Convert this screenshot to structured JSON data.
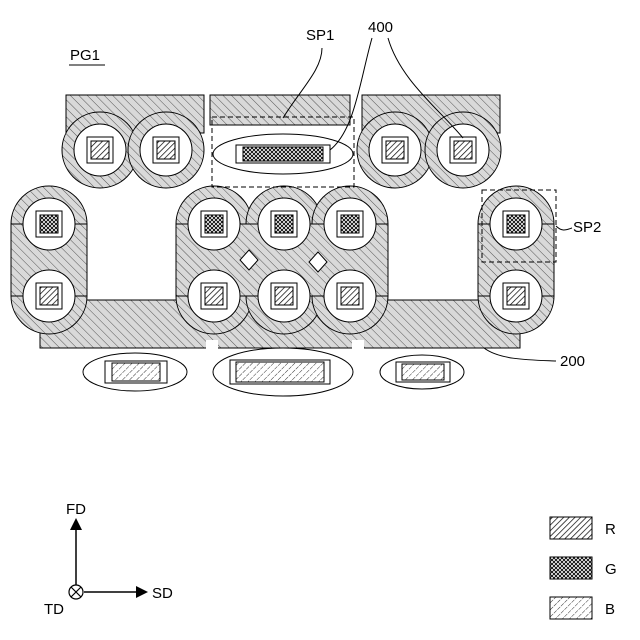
{
  "labels": {
    "figure": "PG1",
    "sp1": "SP1",
    "sp2": "SP2",
    "ref400": "400",
    "ref200": "200"
  },
  "axes": {
    "fd": "FD",
    "sd": "SD",
    "td": "TD"
  },
  "legend": [
    {
      "label": "R",
      "pattern": "hatch-r"
    },
    {
      "label": "G",
      "pattern": "cross-g"
    },
    {
      "label": "B",
      "pattern": "hatch-b"
    }
  ]
}
